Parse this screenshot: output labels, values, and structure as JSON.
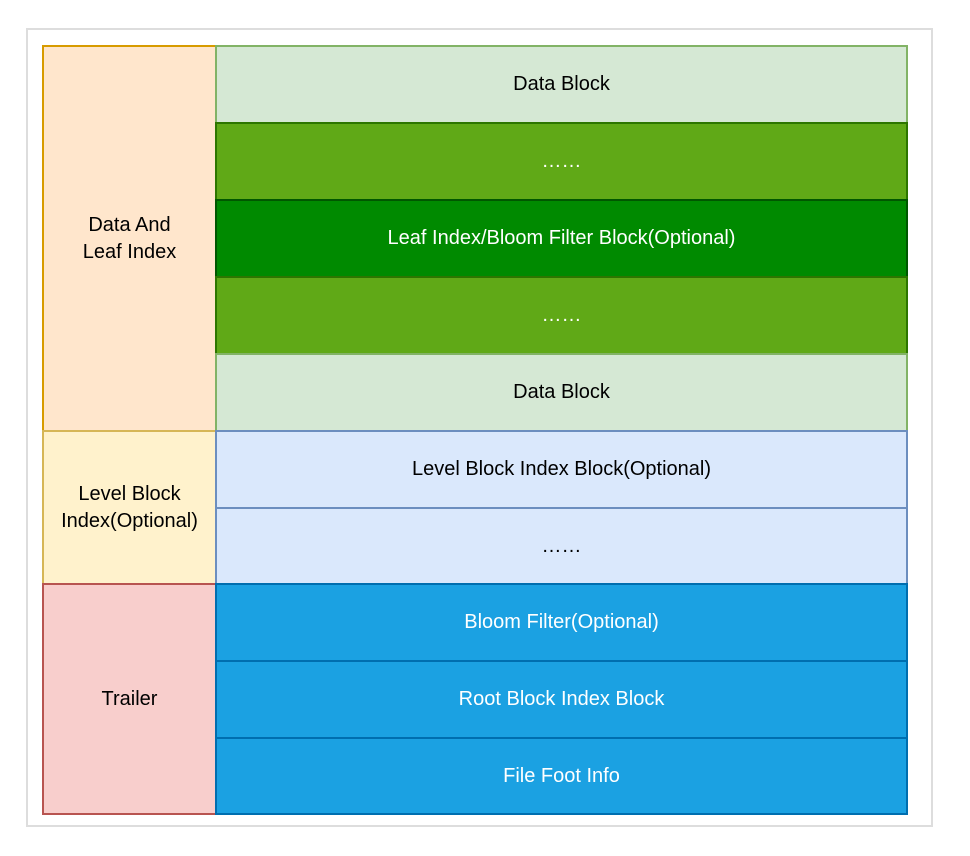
{
  "categories": [
    {
      "label": "Data And\nLeaf Index"
    },
    {
      "label": "Level Block\nIndex(Optional)"
    },
    {
      "label": "Trailer"
    }
  ],
  "blocks": [
    {
      "label": "Data Block"
    },
    {
      "label": "……"
    },
    {
      "label": "Leaf Index/Bloom Filter Block(Optional)"
    },
    {
      "label": "……"
    },
    {
      "label": "Data Block"
    },
    {
      "label": "Level Block Index Block(Optional)"
    },
    {
      "label": "……"
    },
    {
      "label": "Bloom Filter(Optional)"
    },
    {
      "label": "Root Block Index Block"
    },
    {
      "label": "File Foot Info"
    }
  ],
  "colors": {
    "data_block_fill": "#d5e8d4",
    "ellipsis_green_fill": "#60a917",
    "leaf_index_fill": "#008a00",
    "level_index_fill": "#dae8fc",
    "trailer_fill": "#1ba1e2",
    "cat_data_fill": "#ffe6cc",
    "cat_level_fill": "#fff2cc",
    "cat_trailer_fill": "#f8cecc"
  }
}
